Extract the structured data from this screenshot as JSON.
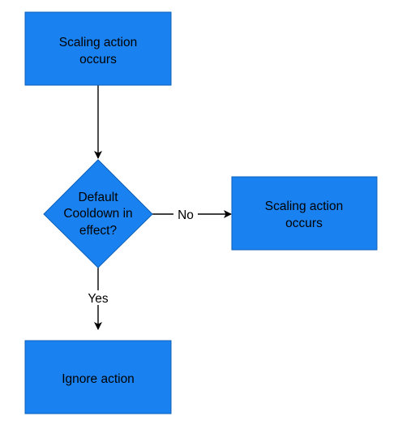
{
  "colors": {
    "node_fill": "#1a82f0",
    "node_stroke": "#0f5fb8",
    "edge": "#000000",
    "background": "#ffffff"
  },
  "nodes": {
    "start": {
      "shape": "rectangle",
      "lines": [
        "Scaling action",
        "occurs"
      ]
    },
    "decision": {
      "shape": "diamond",
      "lines": [
        "Default",
        "Cooldown in",
        "effect?"
      ]
    },
    "no_result": {
      "shape": "rectangle",
      "lines": [
        "Scaling action",
        "occurs"
      ]
    },
    "yes_result": {
      "shape": "rectangle",
      "lines": [
        "Ignore action"
      ]
    }
  },
  "edges": {
    "start_to_decision": {
      "label": ""
    },
    "decision_to_no": {
      "label": "No"
    },
    "decision_to_yes": {
      "label": "Yes"
    }
  }
}
